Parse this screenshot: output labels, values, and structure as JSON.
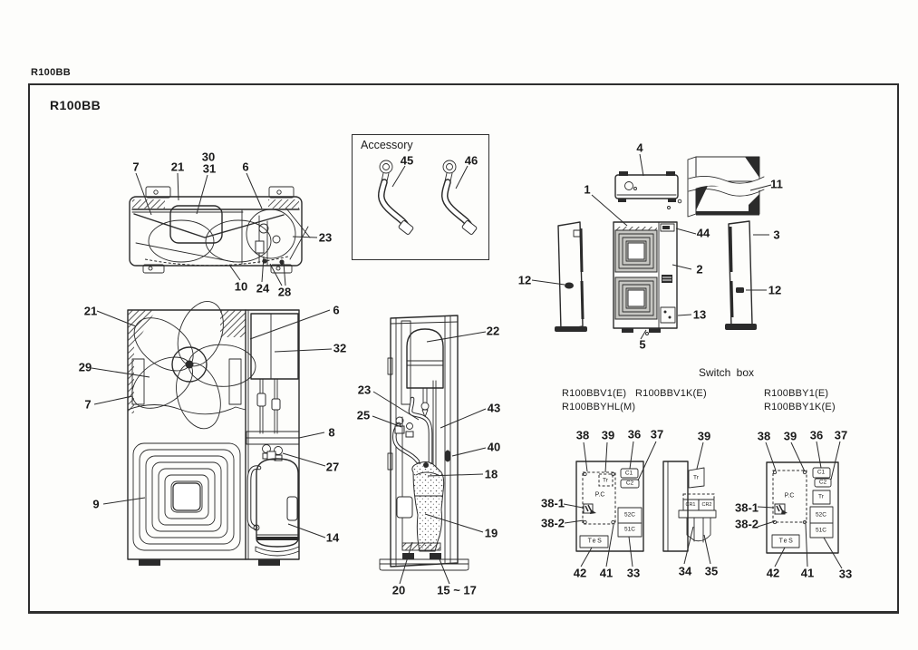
{
  "page": {
    "corner_code": "R100BB",
    "title": "R100BB"
  },
  "accessory": {
    "title": "Accessory",
    "c45": "45",
    "c46": "46"
  },
  "top_view": {
    "c7": "7",
    "c21": "21",
    "c30": "30",
    "c31": "31",
    "c6": "6",
    "c23": "23",
    "c10": "10",
    "c24": "24",
    "c28": "28"
  },
  "exploded": {
    "c4": "4",
    "c11": "11",
    "c1": "1",
    "c44": "44",
    "c3": "3",
    "c2": "2",
    "c12_left": "12",
    "c12_right": "12",
    "c13": "13",
    "c5": "5"
  },
  "front_view": {
    "c21": "21",
    "c6": "6",
    "c32": "32",
    "c29": "29",
    "c7": "7",
    "c8": "8",
    "c27": "27",
    "c9": "9",
    "c14": "14"
  },
  "side_view": {
    "c22": "22",
    "c23": "23",
    "c43": "43",
    "c25": "25",
    "c40": "40",
    "c18": "18",
    "c19": "19",
    "c20": "20",
    "c15_17": "15 ~ 17"
  },
  "switch_box": {
    "title": "Switch box",
    "group_a_models": [
      "R100BBV1(E)",
      "R100BBV1K(E)",
      "R100BBYHL(M)"
    ],
    "group_b_models": [
      "R100BBY1(E)",
      "R100BBY1K(E)"
    ],
    "left": {
      "c38": "38",
      "c39": "39",
      "c36": "36",
      "c37": "37",
      "c38_1": "38-1",
      "c38_2": "38-2",
      "c42": "42",
      "c41": "41",
      "c33": "33"
    },
    "middle": {
      "c39": "39",
      "c34": "34",
      "c35": "35"
    },
    "right": {
      "c38": "38",
      "c39": "39",
      "c36": "36",
      "c37": "37",
      "c38_1": "38-1",
      "c38_2": "38-2",
      "c42": "42",
      "c41": "41",
      "c33": "33"
    },
    "components": {
      "tr": "Tr",
      "c1": "C1",
      "c2": "C2",
      "pc": "P.C",
      "r52c": "52C",
      "r51c": "51C",
      "tes": "TeS",
      "cr1": "CR1",
      "cr2": "CR2"
    }
  }
}
